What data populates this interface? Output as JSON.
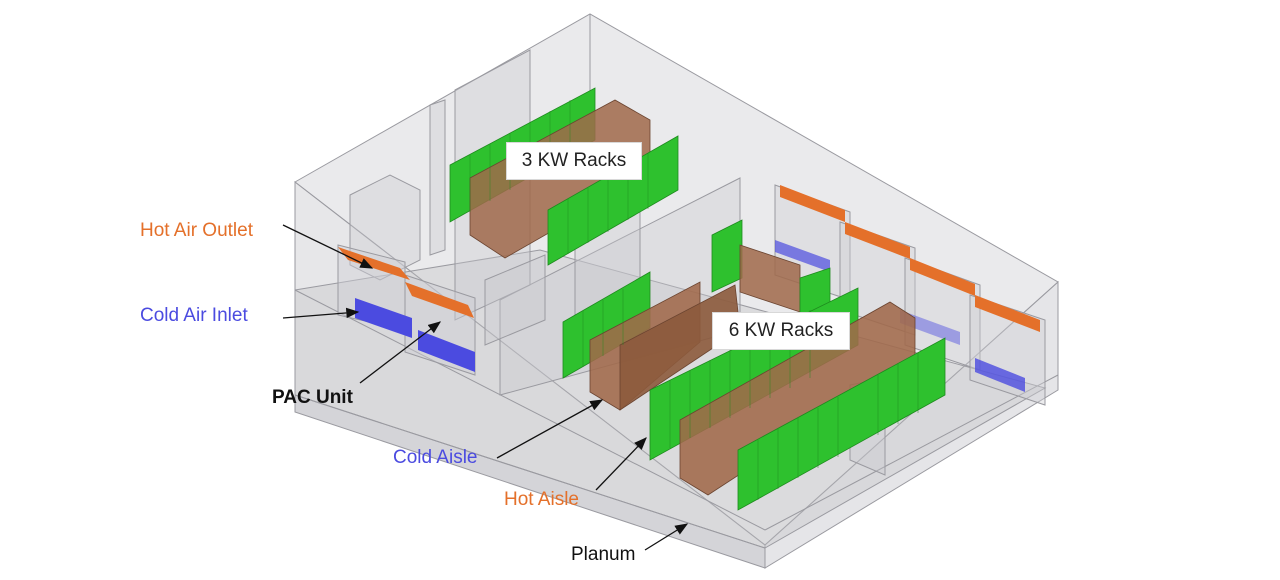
{
  "labels": {
    "racks_3kw": "3 KW Racks",
    "racks_6kw": "6 KW Racks",
    "hot_air_outlet": "Hot Air Outlet",
    "cold_air_inlet": "Cold Air Inlet",
    "pac_unit": "PAC Unit",
    "cold_aisle": "Cold Aisle",
    "hot_aisle": "Hot Aisle",
    "planum": "Planum"
  },
  "colors": {
    "hot": "#e4702a",
    "cold": "#4b4be0",
    "rack_green": "#2ec12e",
    "rack_brown": "#a0694a",
    "shell": "#cfcfd4",
    "text": "#111111"
  }
}
